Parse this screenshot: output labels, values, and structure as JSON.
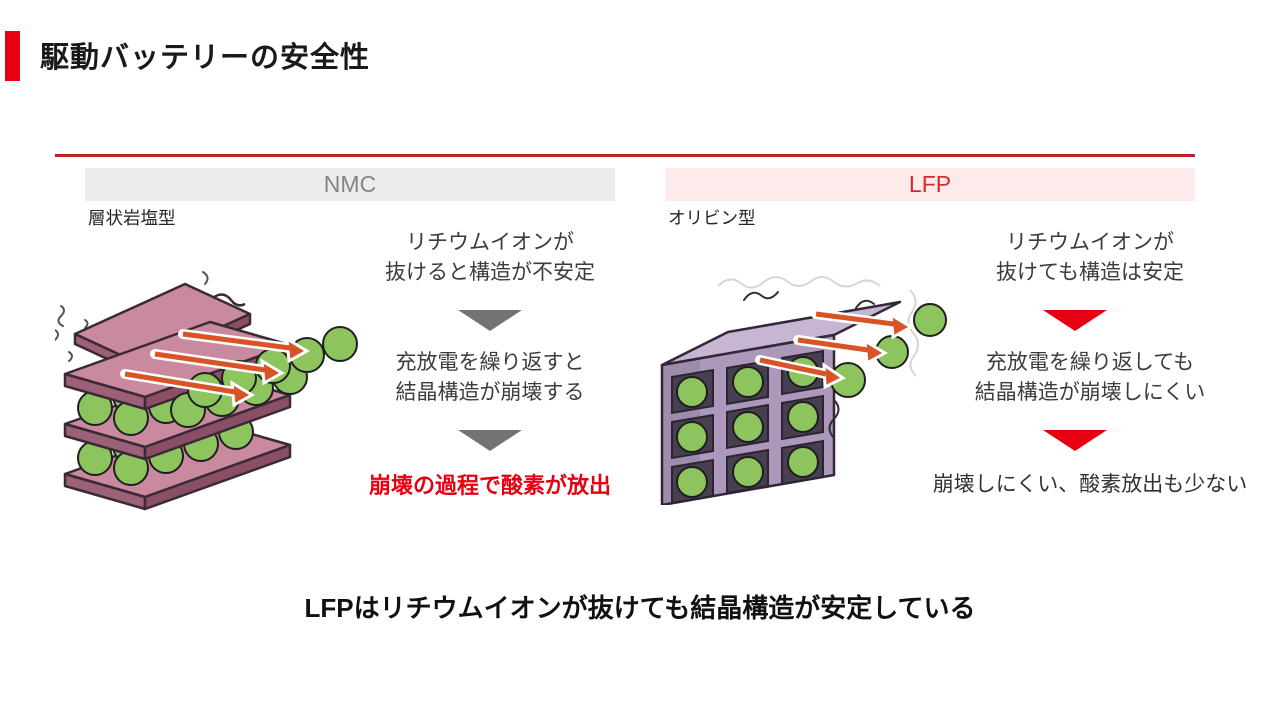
{
  "slide": {
    "title": "駆動バッテリーの安全性",
    "bottom_headline": "LFPはリチウムイオンが抜けても結晶構造が安定している"
  },
  "colors": {
    "accent_red": "#e60012",
    "rule_red": "#bf2328",
    "nmc_header_bg": "#ececec",
    "nmc_header_text": "#848484",
    "lfp_header_bg": "#fdebeb",
    "lfp_header_text": "#d7282f",
    "gray_triangle": "#737373",
    "red_triangle": "#e60012",
    "ion_green": "#8dc45e",
    "nmc_plate_pink": "#c9899e",
    "lfp_block_purple": "#ab98ba",
    "arrow_orange": "#d85427"
  },
  "nmc": {
    "header_label": "NMC",
    "structure_type": "層状岩塩型",
    "step1_lines": [
      "リチウムイオンが",
      "抜けると構造が不安定"
    ],
    "step2_lines": [
      "充放電を繰り返すと",
      "結晶構造が崩壊する"
    ],
    "conclusion": "崩壊の過程で酸素が放出"
  },
  "lfp": {
    "header_label": "LFP",
    "structure_type": "オリビン型",
    "step1_lines": [
      "リチウムイオンが",
      "抜けても構造は安定"
    ],
    "step2_lines": [
      "充放電を繰り返しても",
      "結晶構造が崩壊しにくい"
    ],
    "conclusion": "崩壊しにくい、酸素放出も少ない"
  }
}
